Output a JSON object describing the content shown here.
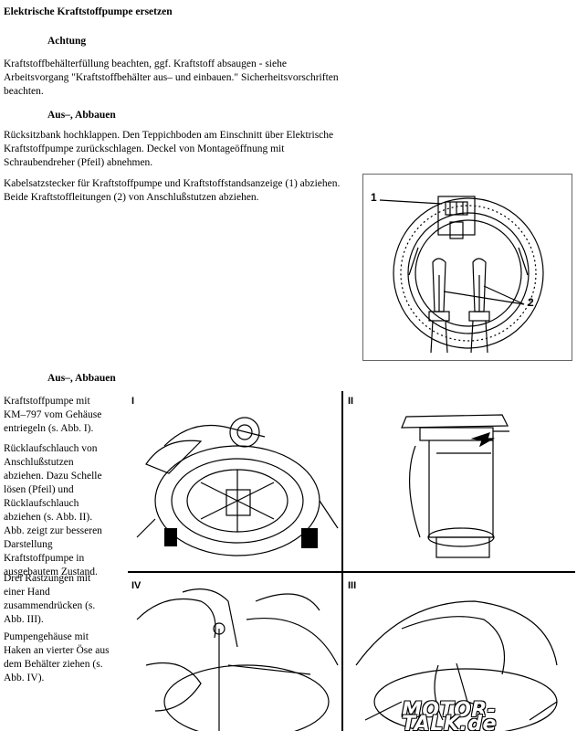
{
  "title": "Elektrische Kraftstoffpumpe ersetzen",
  "warning": {
    "heading": "Achtung",
    "lines": [
      "Kraftstoffbehälterfüllung beachten, ggf. Kraftstoff absaugen - siehe",
      "Arbeitsvorgang \"Kraftstoffbehälter aus– und einbauen.\" Sicherheitsvorschriften",
      "beachten."
    ]
  },
  "section1": {
    "heading": "Aus–, Abbauen",
    "para1": [
      "Rücksitzbank hochklappen. Den Teppichboden am Einschnitt über Elektrische",
      "Kraftstoffpumpe zurückschlagen. Deckel von Montageöffnung mit",
      "Schraubendreher (Pfeil) abnehmen."
    ],
    "para2": [
      "Kabelsatzstecker für Kraftstoffpumpe und Kraftstoffstandsanzeige (1) abziehen.",
      "Beide Kraftstoffleitungen (2) von Anschlußstutzen abziehen."
    ],
    "figure_callouts": [
      "1",
      "2"
    ]
  },
  "section2": {
    "heading": "Aus–, Abbauen",
    "step1": [
      "Kraftstoffpumpe mit",
      "KM–797 vom Gehäuse",
      "entriegeln (s. Abb. I)."
    ],
    "step2": [
      "Rücklaufschlauch von",
      "Anschlußstutzen",
      "abziehen. Dazu Schelle",
      "lösen (Pfeil) und",
      "Rücklaufschlauch",
      "abziehen (s. Abb. II).",
      "Abb. zeigt zur besseren",
      "Darstellung",
      "Kraftstoffpumpe in",
      "ausgebautem Zustand."
    ],
    "step3": [
      "Drei Rastzungen mit",
      "einer Hand",
      "zusammendrücken (s.",
      "Abb. III)."
    ],
    "step4": [
      "Pumpengehäuse mit",
      "Haken an vierter Öse aus",
      "dem Behälter ziehen (s.",
      "Abb. IV)."
    ],
    "panel_labels": [
      "I",
      "II",
      "IV",
      "III"
    ]
  },
  "watermark": "MOTOR-TALK.de"
}
